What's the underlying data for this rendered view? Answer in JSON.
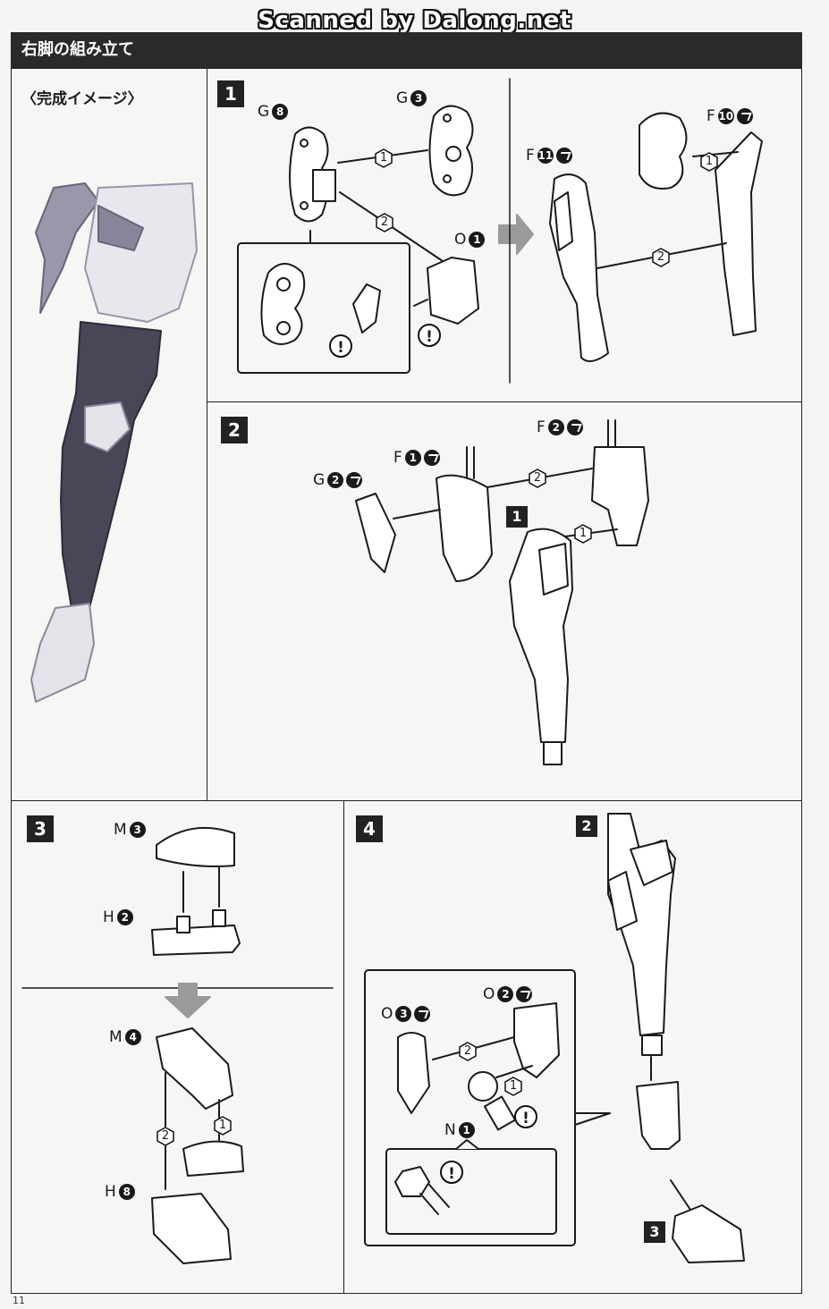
{
  "watermark": "Scanned by Dalong.net",
  "header": {
    "title": "右脚の組み立て"
  },
  "preview": {
    "caption": "〈完成イメージ〉"
  },
  "steps": [
    {
      "number": "1",
      "parts": [
        "G8",
        "G3",
        "O1",
        "F11",
        "F10"
      ],
      "orders": [
        "1",
        "2",
        "1",
        "2"
      ]
    },
    {
      "number": "2",
      "parts": [
        "G2",
        "F1",
        "F2"
      ],
      "sub_ref": "1",
      "orders": [
        "2",
        "1"
      ]
    },
    {
      "number": "3",
      "parts": [
        "M3",
        "H2",
        "M4",
        "H8"
      ],
      "orders": [
        "2",
        "1"
      ]
    },
    {
      "number": "4",
      "parts": [
        "O3",
        "O2",
        "N1"
      ],
      "sub_refs": [
        "2",
        "3"
      ],
      "orders": [
        "2",
        "1"
      ]
    }
  ],
  "labels": {
    "g8": {
      "letter": "G",
      "num": "8"
    },
    "g3": {
      "letter": "G",
      "num": "3"
    },
    "o1": {
      "letter": "O",
      "num": "1"
    },
    "f11": {
      "letter": "F",
      "num": "11"
    },
    "f10": {
      "letter": "F",
      "num": "10"
    },
    "g2": {
      "letter": "G",
      "num": "2"
    },
    "f1": {
      "letter": "F",
      "num": "1"
    },
    "f2": {
      "letter": "F",
      "num": "2"
    },
    "m3": {
      "letter": "M",
      "num": "3"
    },
    "h2": {
      "letter": "H",
      "num": "2"
    },
    "m4": {
      "letter": "M",
      "num": "4"
    },
    "h8": {
      "letter": "H",
      "num": "8"
    },
    "o3": {
      "letter": "O",
      "num": "3"
    },
    "o2": {
      "letter": "O",
      "num": "2"
    },
    "n1": {
      "letter": "N",
      "num": "1"
    }
  },
  "page_number": "11",
  "caution_mark": "!",
  "colors": {
    "header_bg": "#2a2a2a",
    "leg_dark": "#4a4658",
    "leg_light": "#e6e2ea"
  }
}
